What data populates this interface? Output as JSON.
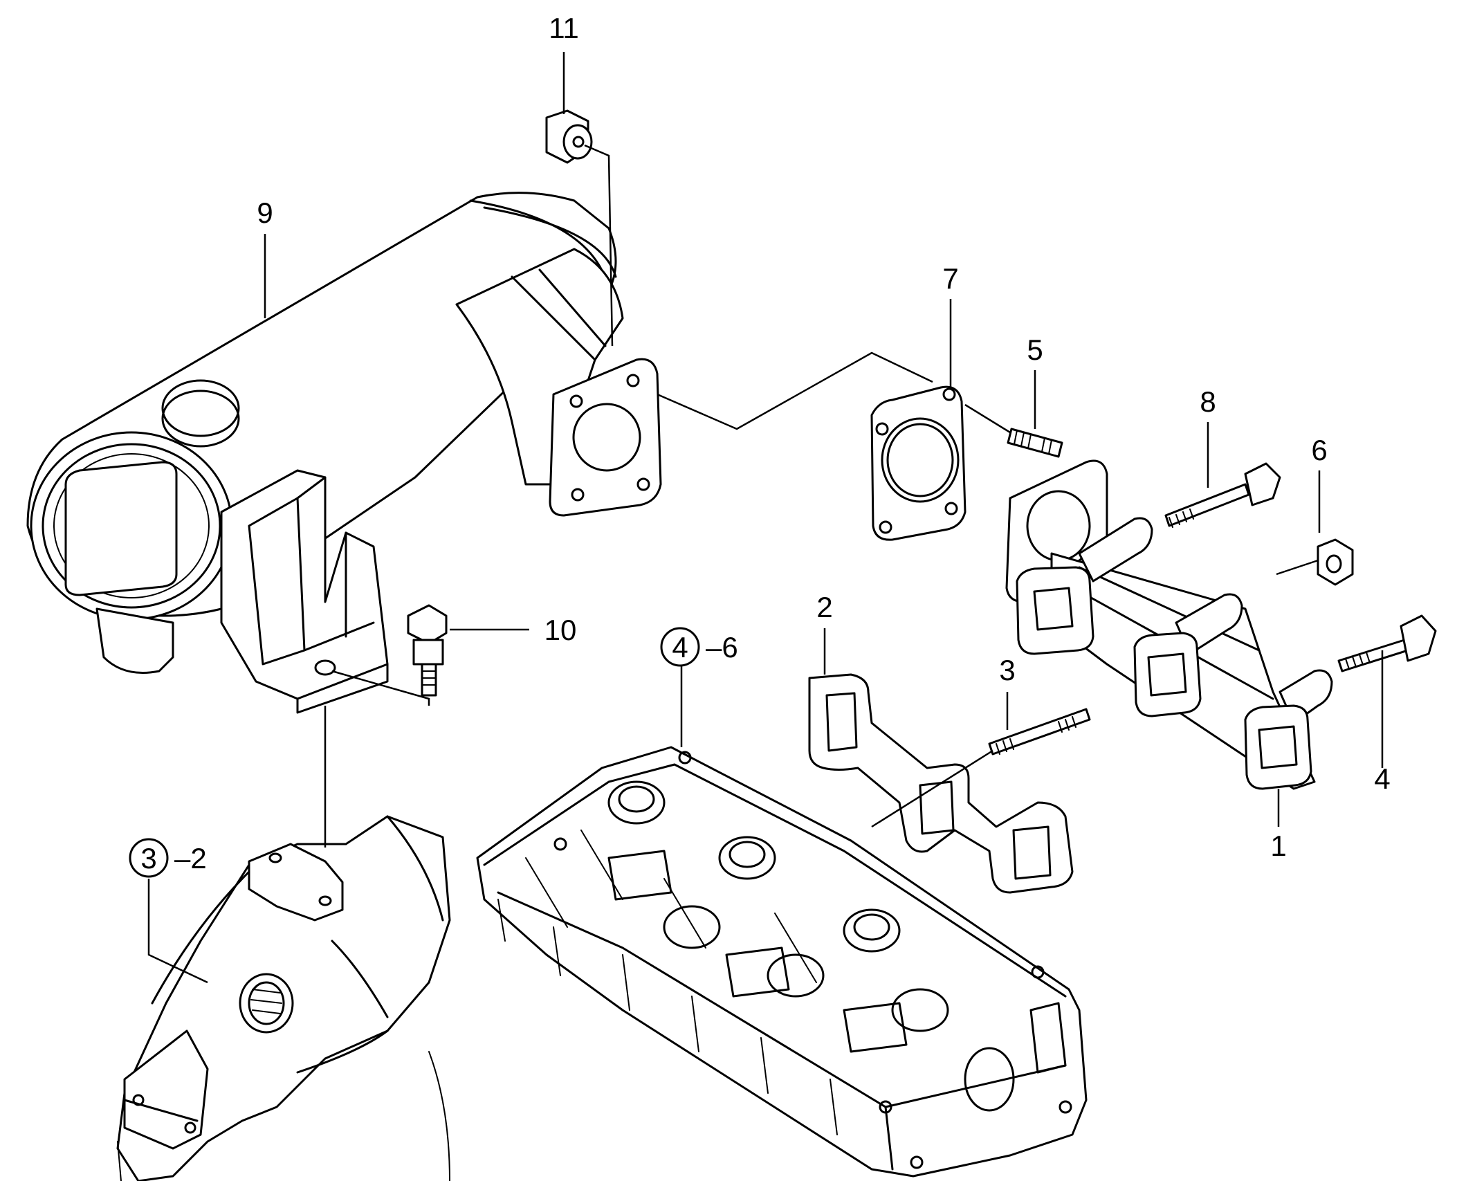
{
  "callouts": {
    "c1": "1",
    "c2": "2",
    "c3": "3",
    "c4": "4",
    "c5": "5",
    "c6": "6",
    "c7": "7",
    "c8": "8",
    "c9": "9",
    "c10": "10",
    "c11": "11"
  },
  "refs": {
    "ref_a_circle": "4",
    "ref_a_suffix": "–6",
    "ref_b_circle": "3",
    "ref_b_suffix": "–2"
  }
}
